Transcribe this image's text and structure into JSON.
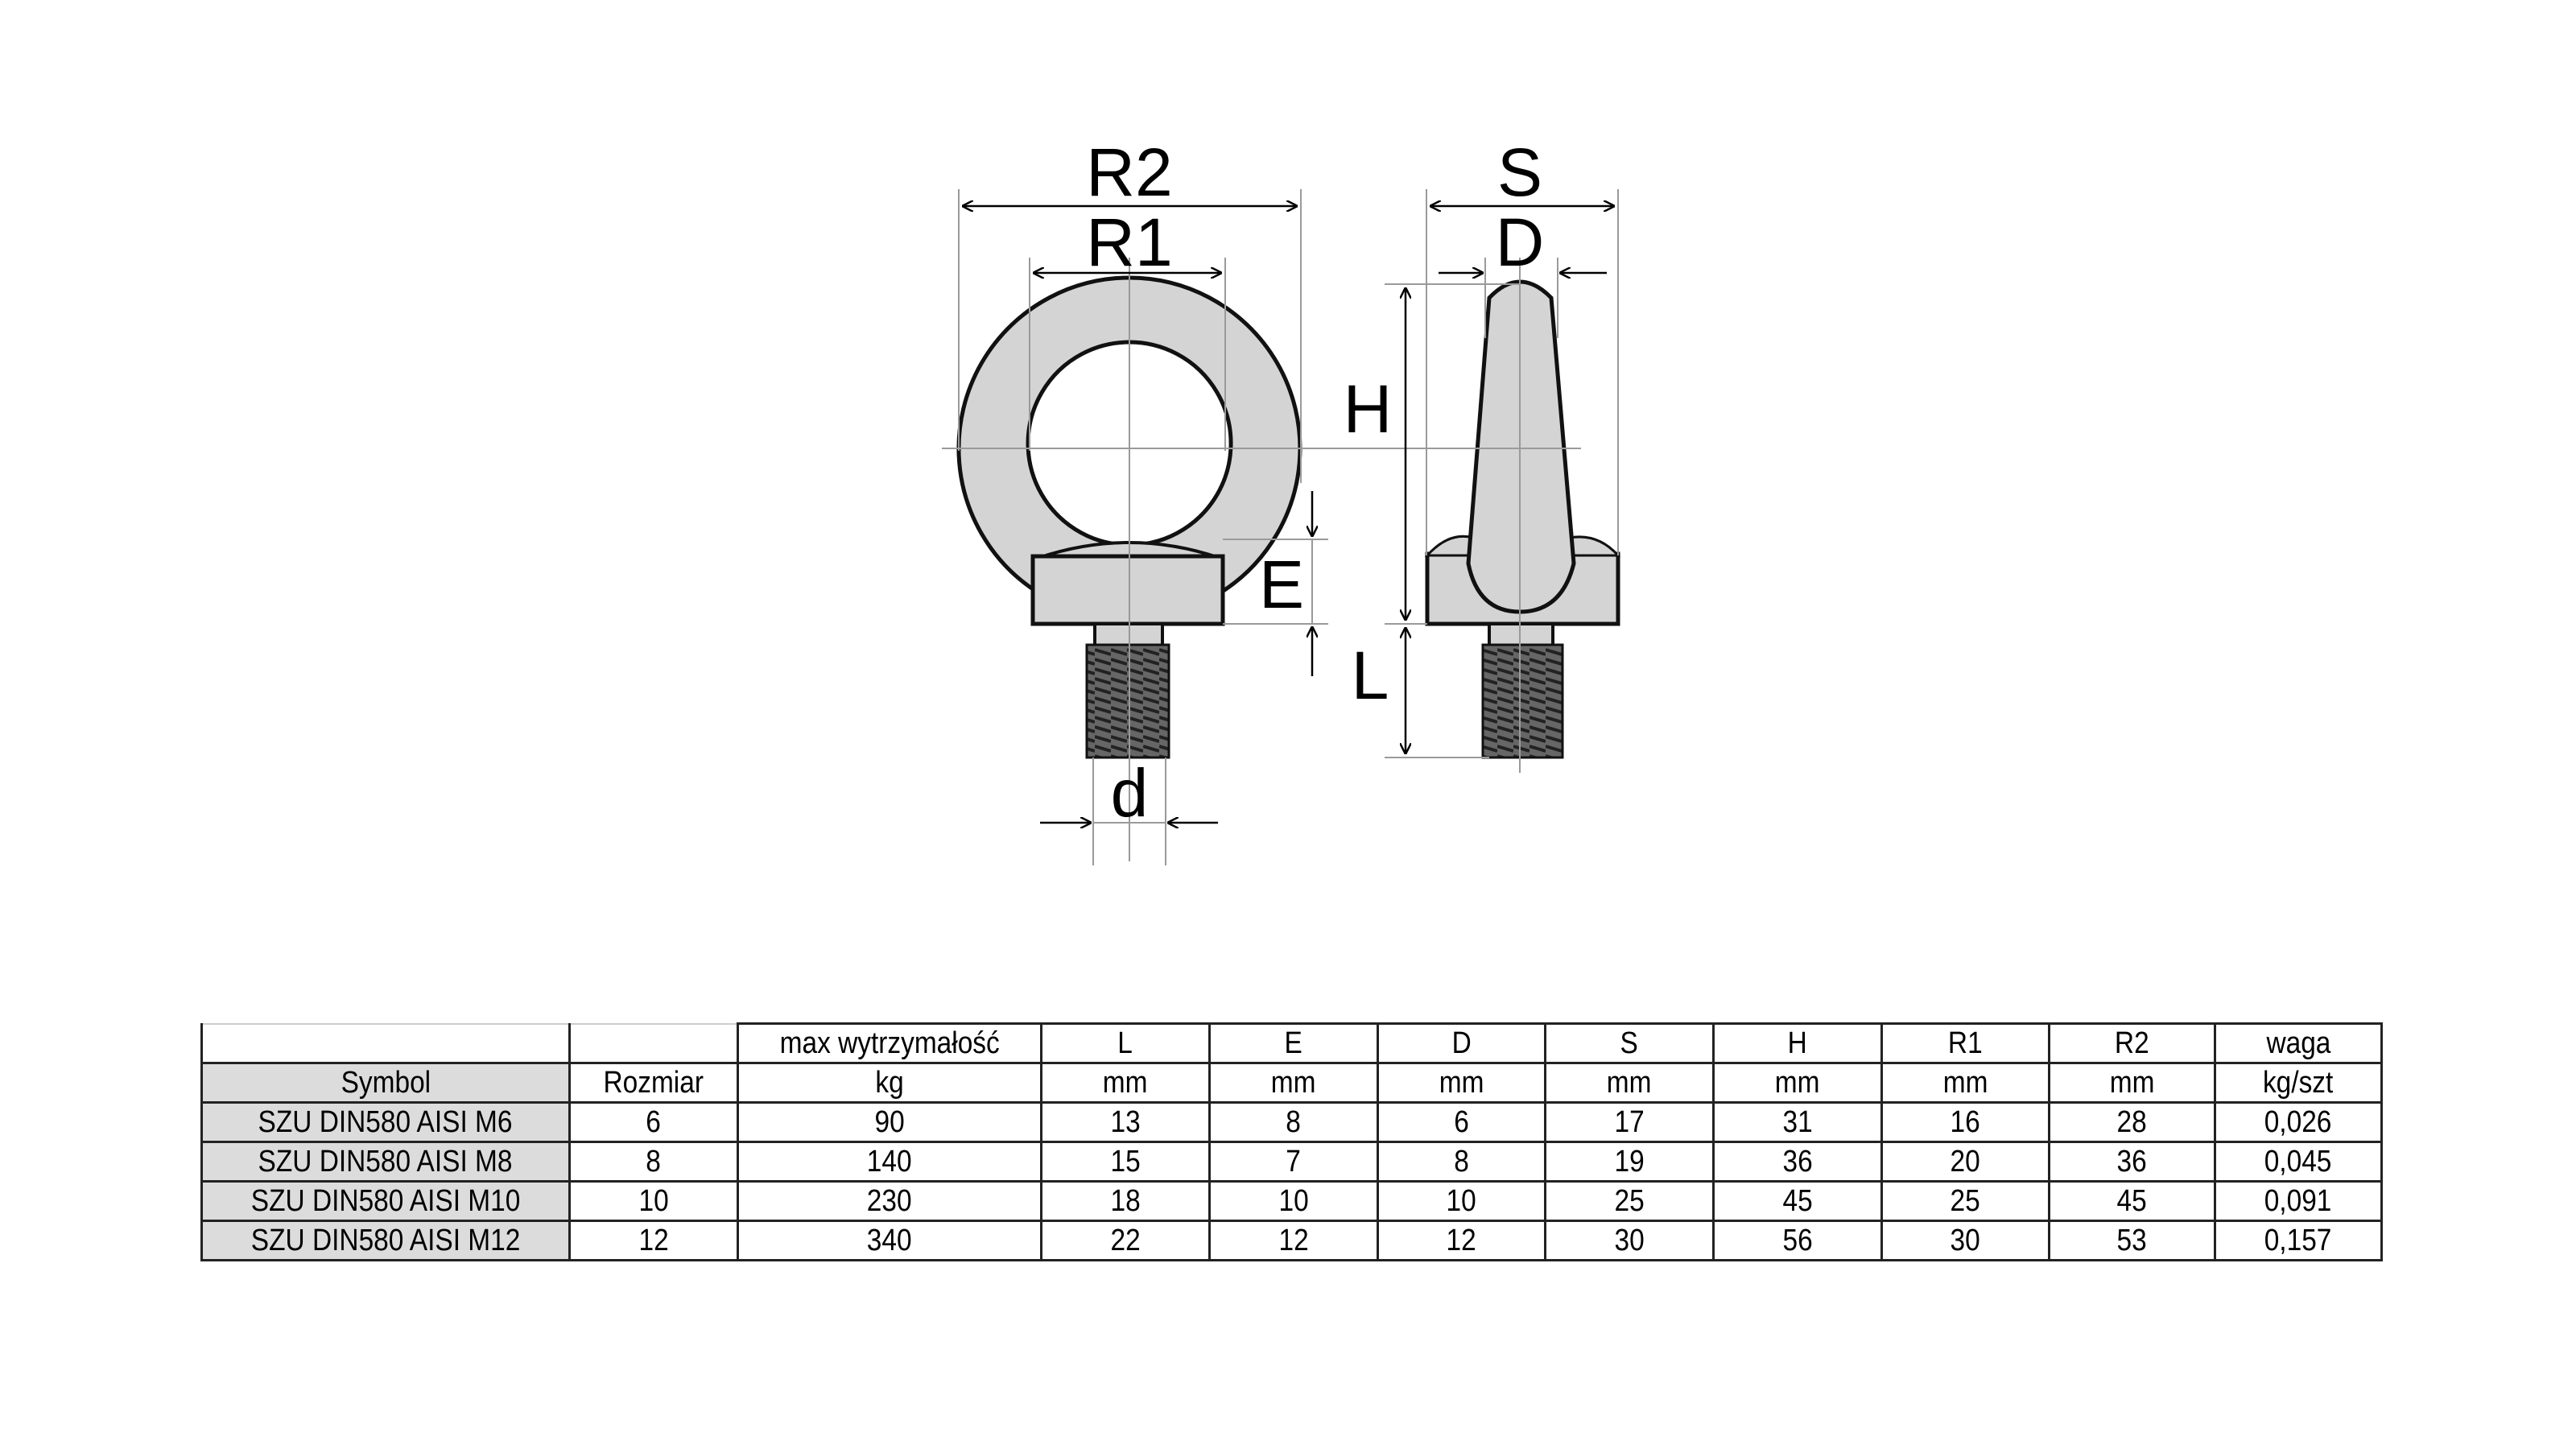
{
  "diagram": {
    "labels": {
      "R2": "R2",
      "R1": "R1",
      "S": "S",
      "D": "D",
      "H": "H",
      "E": "E",
      "L": "L",
      "d": "d"
    },
    "colors": {
      "metal": "#d4d4d4",
      "outline": "#111111",
      "guide": "#9a9a9a"
    }
  },
  "table": {
    "header_top": [
      "",
      "",
      "max wytrzymałość",
      "L",
      "E",
      "D",
      "S",
      "H",
      "R1",
      "R2",
      "waga"
    ],
    "header_bottom": [
      "Symbol",
      "Rozmiar",
      "kg",
      "mm",
      "mm",
      "mm",
      "mm",
      "mm",
      "mm",
      "mm",
      "kg/szt"
    ],
    "rows": [
      [
        "SZU DIN580 AISI M6",
        "6",
        "90",
        "13",
        "8",
        "6",
        "17",
        "31",
        "16",
        "28",
        "0,026"
      ],
      [
        "SZU DIN580 AISI M8",
        "8",
        "140",
        "15",
        "7",
        "8",
        "19",
        "36",
        "20",
        "36",
        "0,045"
      ],
      [
        "SZU DIN580 AISI M10",
        "10",
        "230",
        "18",
        "10",
        "10",
        "25",
        "45",
        "25",
        "45",
        "0,091"
      ],
      [
        "SZU DIN580 AISI M12",
        "12",
        "340",
        "22",
        "12",
        "12",
        "30",
        "56",
        "30",
        "53",
        "0,157"
      ]
    ]
  }
}
